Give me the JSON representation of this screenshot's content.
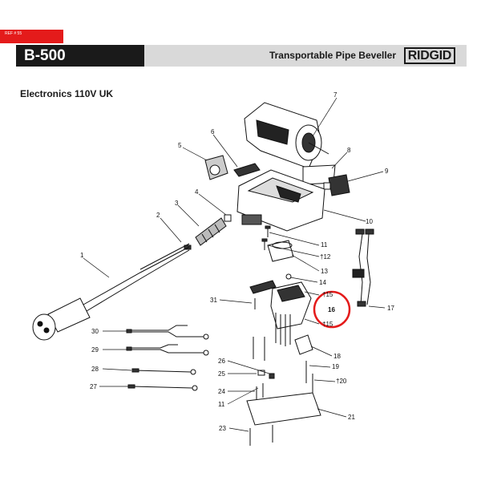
{
  "ref_tag": "REF # 55",
  "header": {
    "model": "B-500",
    "title": "Transportable Pipe Beveller",
    "brand": "RIDGID"
  },
  "subtitle": "Electronics 110V UK",
  "highlight_color": "#e41b1b",
  "callouts": {
    "c1": "1",
    "c2": "2",
    "c3": "3",
    "c4": "4",
    "c5": "5",
    "c6": "6",
    "c7": "7",
    "c8": "8",
    "c9": "9",
    "c10": "10",
    "c11a": "11",
    "c12": "†12",
    "c13": "13",
    "c14": "14",
    "c15a": "†15",
    "c16": "16",
    "c15b": "†15",
    "c17": "17",
    "c18": "18",
    "c19": "19",
    "c20": "†20",
    "c21": "21",
    "c23": "23",
    "c11b": "11",
    "c24": "24",
    "c25": "25",
    "c26": "26",
    "c27": "27",
    "c28": "28",
    "c29": "29",
    "c30": "30",
    "c31": "31"
  }
}
